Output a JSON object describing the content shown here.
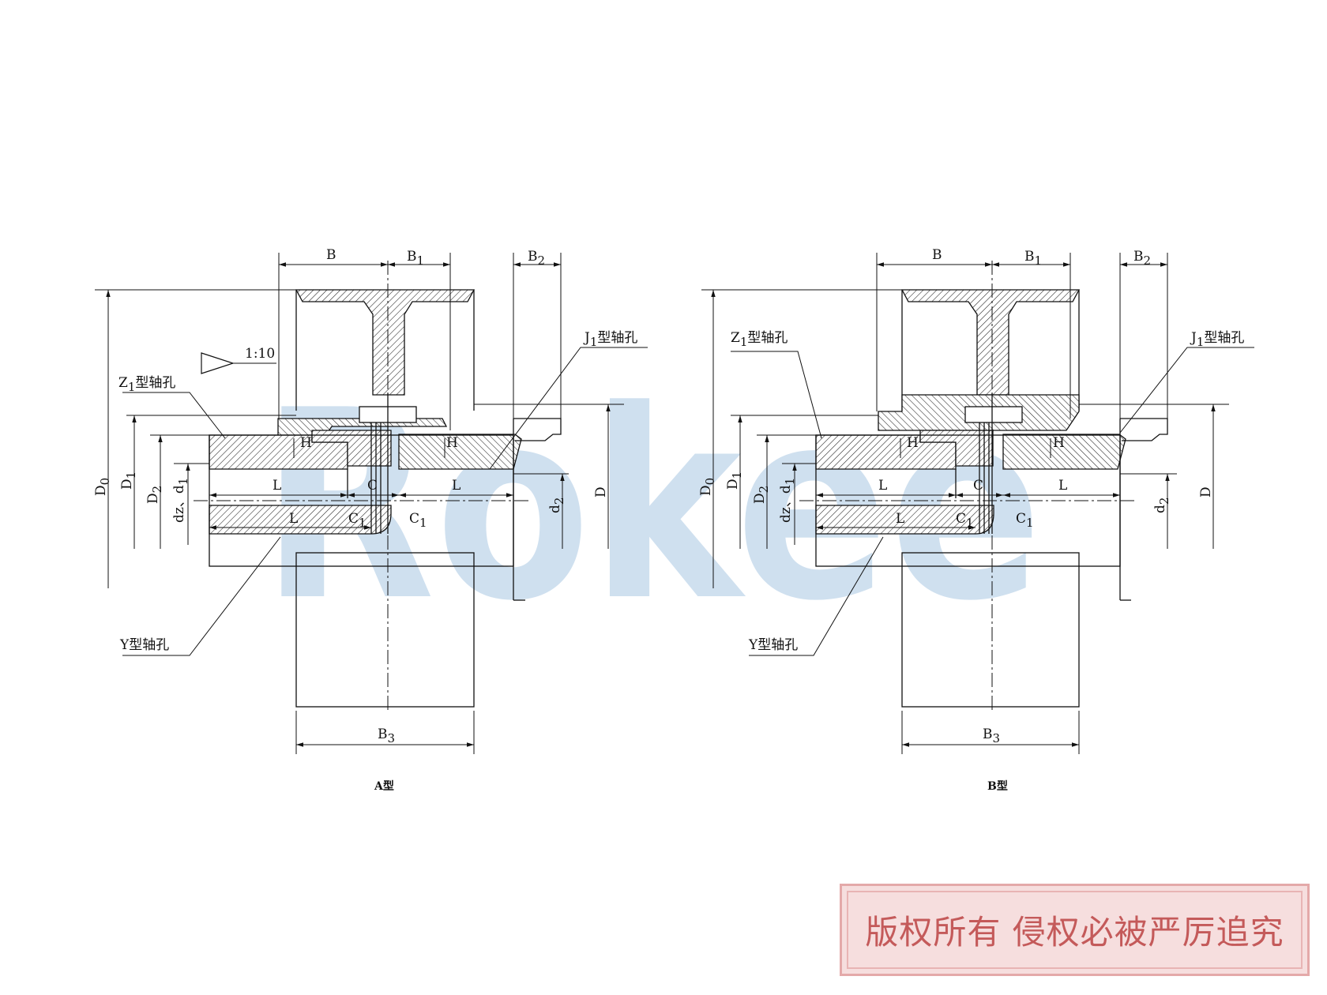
{
  "watermark": {
    "text": "Rokee",
    "color": "#a9c7e2"
  },
  "stamp": {
    "text": "版权所有 侵权必被严厉追究",
    "color": "#c45a5a"
  },
  "views": [
    {
      "caption": "A型",
      "taper": "1:10",
      "labels": {
        "B": "B",
        "B1": "B",
        "B1_sub": "1",
        "B2": "B",
        "B2_sub": "2",
        "B3": "B",
        "B3_sub": "3",
        "D0": "D",
        "D0_sub": "0",
        "D1": "D",
        "D1_sub": "1",
        "D2": "D",
        "D2_sub": "2",
        "dz": "dz、d",
        "dz_sub": "1",
        "d2": "d",
        "d2_sub": "2",
        "D": "D",
        "L": "L",
        "C": "C",
        "C1": "C",
        "C1_sub": "1",
        "H": "H",
        "Z1": "Z",
        "Z1_sub": "1",
        "Z1_text": "型轴孔",
        "J1": "J",
        "J1_sub": "1",
        "J1_text": "型轴孔",
        "Y": "Y型轴孔"
      }
    },
    {
      "caption": "B型",
      "taper": "",
      "labels": {
        "B": "B",
        "B1": "B",
        "B1_sub": "1",
        "B2": "B",
        "B2_sub": "2",
        "B3": "B",
        "B3_sub": "3",
        "D0": "D",
        "D0_sub": "0",
        "D1": "D",
        "D1_sub": "1",
        "D2": "D",
        "D2_sub": "2",
        "dz": "dz、d",
        "dz_sub": "1",
        "d2": "d",
        "d2_sub": "2",
        "D": "D",
        "L": "L",
        "C": "C",
        "C1": "C",
        "C1_sub": "1",
        "H": "H",
        "Z1": "Z",
        "Z1_sub": "1",
        "Z1_text": "型轴孔",
        "J1": "J",
        "J1_sub": "1",
        "J1_text": "型轴孔",
        "Y": "Y型轴孔"
      }
    }
  ]
}
